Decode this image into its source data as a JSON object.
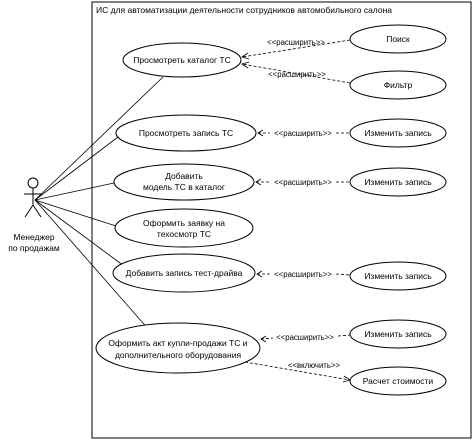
{
  "system": {
    "title": "ИС для автоматизации деятельности сотрудников автомобильного салона"
  },
  "actor": {
    "name_line1": "Менеджер",
    "name_line2": "по продажам"
  },
  "use_cases": {
    "view_catalog": "Просмотреть каталог ТС",
    "view_record": "Просмотреть запись ТС",
    "add_model_line1": "Добавить",
    "add_model_line2": "модель ТС в каталог",
    "service_request_line1": "Оформить заявку на",
    "service_request_line2": "техосмотр ТС",
    "add_test_drive": "Добавить запись тест-драйва",
    "sale_act_line1": "Оформить акт купли-продажи ТС и",
    "sale_act_line2": "дополнительного оборудования",
    "search": "Поиск",
    "filter": "Фильтр",
    "edit_record_1": "Изменить запись",
    "edit_record_2": "Изменить запись",
    "edit_record_3": "Изменить запись",
    "edit_record_4": "Изменить запись",
    "calc_cost": "Расчет стоимости"
  },
  "relations": {
    "extend": "<<расширить>>",
    "include": "<<включить>>"
  }
}
